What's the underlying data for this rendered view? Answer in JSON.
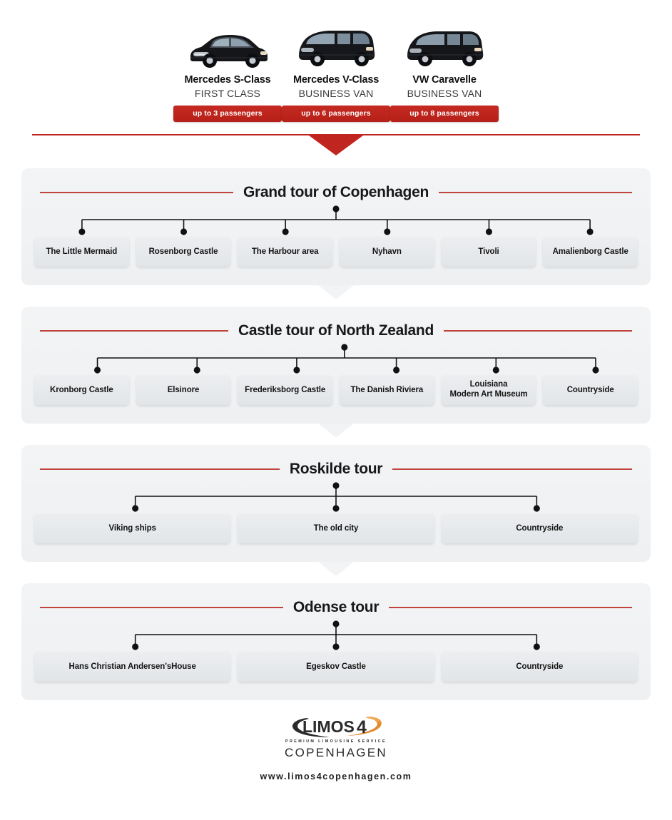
{
  "fleet": {
    "vehicles": [
      {
        "name": "Mercedes S-Class",
        "category": "FIRST CLASS",
        "capacity": "up to 3 passengers",
        "icon": "sedan-car-icon"
      },
      {
        "name": "Mercedes V-Class",
        "category": "BUSINESS VAN",
        "capacity": "up to 6 passengers",
        "icon": "van-icon"
      },
      {
        "name": "VW Caravelle",
        "category": "BUSINESS VAN",
        "capacity": "up to 8 passengers",
        "icon": "van-icon"
      }
    ]
  },
  "tours": [
    {
      "title": "Grand tour of Copenhagen",
      "stops": [
        "The Little Mermaid",
        "Rosenborg Castle",
        "The Harbour area",
        "Nyhavn",
        "Tivoli",
        "Amalienborg Castle"
      ]
    },
    {
      "title": "Castle tour of North Zealand",
      "stops": [
        "Kronborg Castle",
        "Elsinore",
        "Frederiksborg Castle",
        "The Danish Riviera",
        "Louisiana\nModern Art Museum",
        "Countryside"
      ]
    },
    {
      "title": "Roskilde tour",
      "stops": [
        "Viking ships",
        "The old city",
        "Countryside"
      ]
    },
    {
      "title": "Odense tour",
      "stops": [
        "Hans Christian Andersen'sHouse",
        "Egeskov Castle",
        "Countryside"
      ]
    }
  ],
  "footer": {
    "logo_text": "LIMOS4",
    "logo_number": "4",
    "logo_tagline": "PREMIUM LIMOUSINE SERVICE",
    "logo_city": "COPENHAGEN",
    "website": "www.limos4copenhagen.com"
  },
  "colors": {
    "brand_red": "#c0261f",
    "title_rule_red": "#c0443c",
    "panel_bg": "#f1f3f4",
    "card_bg": "#e8eaec",
    "logo_orange": "#e08a2e",
    "text_dark": "#16181a"
  }
}
